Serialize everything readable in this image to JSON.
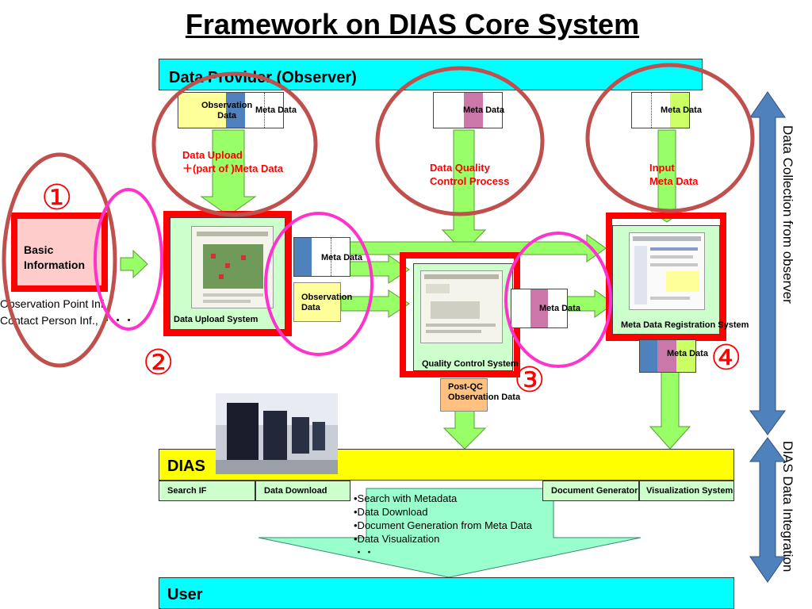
{
  "title": "Framework on DIAS Core System",
  "provider": {
    "label": "Data Provider (Observer)"
  },
  "dias": {
    "label": "DIAS"
  },
  "user": {
    "label": "User"
  },
  "tabs": [
    "Search IF",
    "Data Download",
    "Document Generator",
    "Visualization System"
  ],
  "basic_info": {
    "line1": "Basic",
    "line2": "Information",
    "note1": "Observation Point Inf.,",
    "note2": "Contact Person Inf., ・・・"
  },
  "data_upload": {
    "obs_line1": "Observation",
    "obs_line2": "Data",
    "meta": "Meta Data",
    "red_line1": "Data Upload",
    "red_line2": "＋(part of )Meta Data",
    "system": "Data Upload System"
  },
  "qc": {
    "meta_top": "Meta Data",
    "red_line1": "Data Quality",
    "red_line2": "Control Process",
    "system": "Quality Control System",
    "postqc1": "Post-QC",
    "postqc2": "Observation Data"
  },
  "meta_reg": {
    "meta_top": "Meta Data",
    "red_line1": "Input",
    "red_line2": "Meta Data",
    "system": "Meta Data Registration System",
    "meta_bottom": "Meta Data"
  },
  "mid": {
    "meta1": "Meta Data",
    "obs_line1": "Observation",
    "obs_line2": "Data",
    "meta2": "Meta Data"
  },
  "markers": [
    "①",
    "②",
    "③",
    "④"
  ],
  "features": [
    "•Search with Metadata",
    "•Data Download",
    "•Document Generation from Meta Data",
    "•Data Visualization",
    "・・"
  ],
  "side": {
    "collection": "Data Collection from observer",
    "integration": "DIAS Data Integration"
  },
  "colors": {
    "cyan": "#00ffff",
    "yellow": "#ffff00",
    "green_arrow": "#99ff66",
    "red": "#ff0000",
    "circle_brown": "#c0504d",
    "circle_pink": "#ff33cc",
    "blue_arrow": "#4f81bd"
  }
}
